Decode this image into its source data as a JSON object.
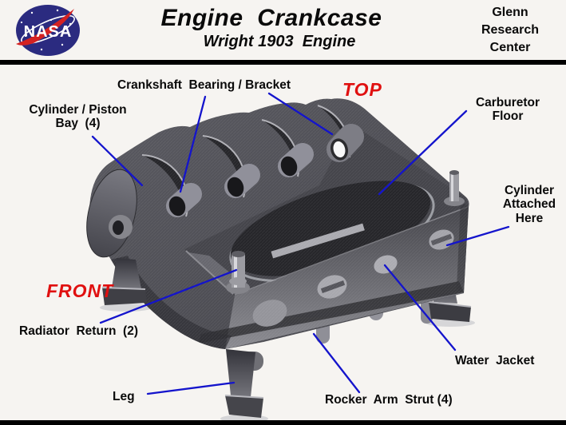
{
  "header": {
    "title": "Engine  Crankcase",
    "subtitle": "Wright 1903  Engine",
    "organization": "Glenn\nResearch\nCenter",
    "logo_text": "NASA"
  },
  "diagram": {
    "orientation": {
      "top": "TOP",
      "front": "FRONT"
    },
    "labels": {
      "crankshaft_bearing": "Crankshaft  Bearing / Bracket",
      "cylinder_piston_bay": "Cylinder / Piston\nBay  (4)",
      "carburetor_floor": "Carburetor\nFloor",
      "cylinder_attached": "Cylinder\nAttached\nHere",
      "radiator_return": "Radiator  Return  (2)",
      "water_jacket": "Water  Jacket",
      "leg": "Leg",
      "rocker_arm_strut": "Rocker  Arm  Strut (4)"
    },
    "colors": {
      "leader": "#1414cc",
      "accent_red": "#e01010",
      "ink": "#0a0a0a",
      "bg": "#f6f4f1"
    }
  }
}
